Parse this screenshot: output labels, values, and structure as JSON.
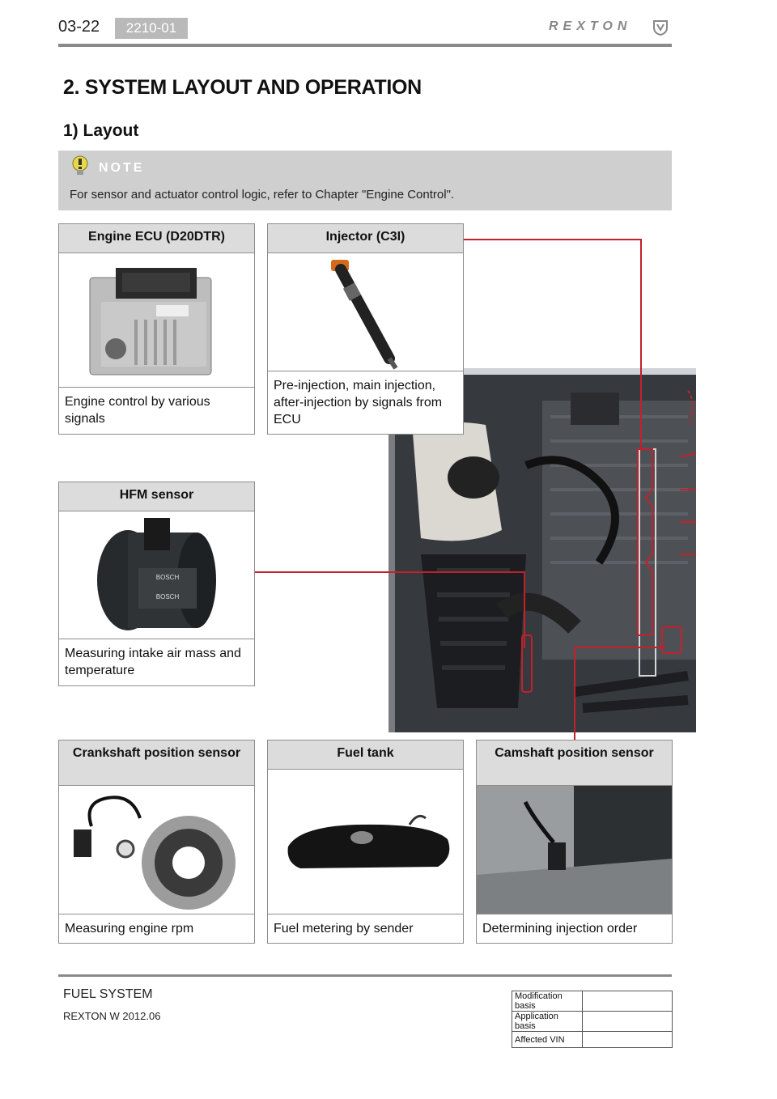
{
  "header": {
    "page_number": "03-22",
    "code": "2210-01",
    "brand": "REXTON"
  },
  "headings": {
    "section": "2. SYSTEM LAYOUT AND OPERATION",
    "subsection": "1) Layout"
  },
  "note": {
    "label": "NOTE",
    "text": "For sensor and actuator control logic, refer to Chapter \"Engine Control\"."
  },
  "components": [
    {
      "title": "Engine ECU (D20DTR)",
      "description": "Engine control by various signals"
    },
    {
      "title": "Injector (C3I)",
      "description": "Pre-injection, main injection, after-injection by signals from ECU"
    },
    {
      "title": "HFM sensor",
      "description": "Measuring intake air mass and temperature"
    },
    {
      "title": "Crankshaft position sensor",
      "description": "Measuring engine rpm"
    },
    {
      "title": "Fuel tank",
      "description": "Fuel metering by sender"
    },
    {
      "title": "Camshaft position sensor",
      "description": "Determining injection order"
    }
  ],
  "hfm_label": {
    "line1": "BOSCH",
    "line2": "BOSCH"
  },
  "footer": {
    "title": "FUEL SYSTEM",
    "subtitle": "REXTON W 2012.06",
    "revision_rows": [
      "Modification basis",
      "Application basis",
      "Affected VIN"
    ]
  },
  "colors": {
    "leader": "#c4202b",
    "note_bg": "#cfcfcf",
    "title_bg": "#dcdcdc"
  }
}
